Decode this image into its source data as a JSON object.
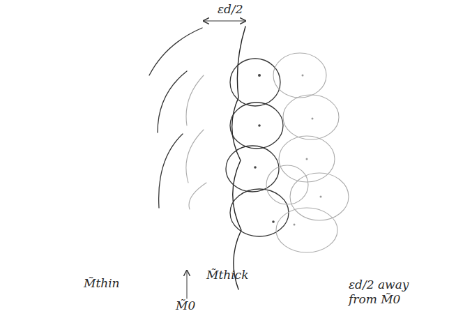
{
  "diagram": {
    "labels": [
      "εd/2",
      "M̃thin",
      "M̃thick",
      "M̃0",
      "εd/2 away from M̃0"
    ]
  }
}
